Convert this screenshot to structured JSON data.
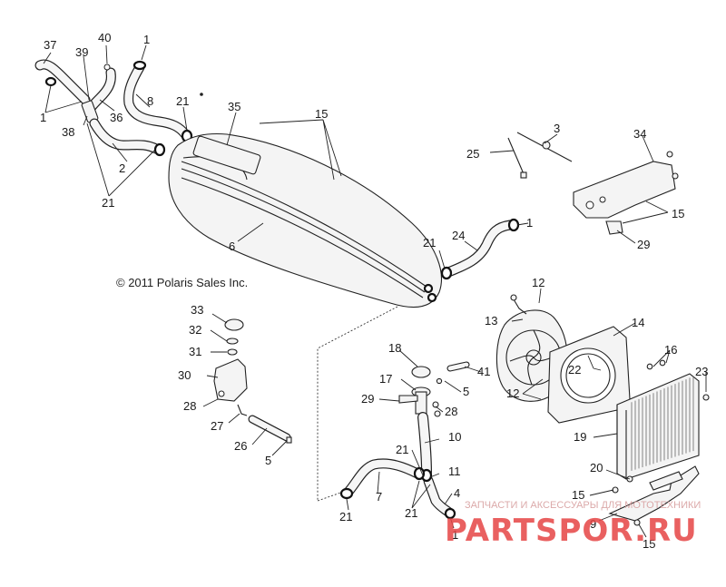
{
  "diagram": {
    "copyright": "© 2011 Polaris Sales Inc.",
    "watermark_caption": "ЗАПЧАСТИ И АКСЕССУАРЫ ДЛЯ МОТОТЕХНИКИ",
    "watermark_logo": "PARTSPOR.RU",
    "callouts": [
      {
        "id": "c37",
        "text": "37"
      },
      {
        "id": "c40",
        "text": "40"
      },
      {
        "id": "c1a",
        "text": "1"
      },
      {
        "id": "c39",
        "text": "39"
      },
      {
        "id": "c1b",
        "text": "1"
      },
      {
        "id": "c8",
        "text": "8"
      },
      {
        "id": "c21a",
        "text": "21"
      },
      {
        "id": "c35",
        "text": "35"
      },
      {
        "id": "c15a",
        "text": "15"
      },
      {
        "id": "c36",
        "text": "36"
      },
      {
        "id": "c38",
        "text": "38"
      },
      {
        "id": "c2",
        "text": "2"
      },
      {
        "id": "c21b",
        "text": "21"
      },
      {
        "id": "c6",
        "text": "6"
      },
      {
        "id": "c3",
        "text": "3"
      },
      {
        "id": "c25",
        "text": "25"
      },
      {
        "id": "c34",
        "text": "34"
      },
      {
        "id": "c15b",
        "text": "15"
      },
      {
        "id": "c29a",
        "text": "29"
      },
      {
        "id": "c24",
        "text": "24"
      },
      {
        "id": "c1c",
        "text": "1"
      },
      {
        "id": "c21c",
        "text": "21"
      },
      {
        "id": "c33",
        "text": "33"
      },
      {
        "id": "c32",
        "text": "32"
      },
      {
        "id": "c31",
        "text": "31"
      },
      {
        "id": "c30",
        "text": "30"
      },
      {
        "id": "c28a",
        "text": "28"
      },
      {
        "id": "c27",
        "text": "27"
      },
      {
        "id": "c26",
        "text": "26"
      },
      {
        "id": "c5a",
        "text": "5"
      },
      {
        "id": "c12a",
        "text": "12"
      },
      {
        "id": "c13",
        "text": "13"
      },
      {
        "id": "c14",
        "text": "14"
      },
      {
        "id": "c16",
        "text": "16"
      },
      {
        "id": "c22",
        "text": "22"
      },
      {
        "id": "c23",
        "text": "23"
      },
      {
        "id": "c12b",
        "text": "12"
      },
      {
        "id": "c19",
        "text": "19"
      },
      {
        "id": "c18",
        "text": "18"
      },
      {
        "id": "c17",
        "text": "17"
      },
      {
        "id": "c41",
        "text": "41"
      },
      {
        "id": "c5b",
        "text": "5"
      },
      {
        "id": "c29b",
        "text": "29"
      },
      {
        "id": "c28b",
        "text": "28"
      },
      {
        "id": "c21d",
        "text": "21"
      },
      {
        "id": "c10",
        "text": "10"
      },
      {
        "id": "c11",
        "text": "11"
      },
      {
        "id": "c4",
        "text": "4"
      },
      {
        "id": "c7",
        "text": "7"
      },
      {
        "id": "c21e",
        "text": "21"
      },
      {
        "id": "c21f",
        "text": "21"
      },
      {
        "id": "c1d",
        "text": "1"
      },
      {
        "id": "c20",
        "text": "20"
      },
      {
        "id": "c15c",
        "text": "15"
      },
      {
        "id": "c9",
        "text": "9"
      },
      {
        "id": "c15d",
        "text": "15"
      }
    ]
  }
}
